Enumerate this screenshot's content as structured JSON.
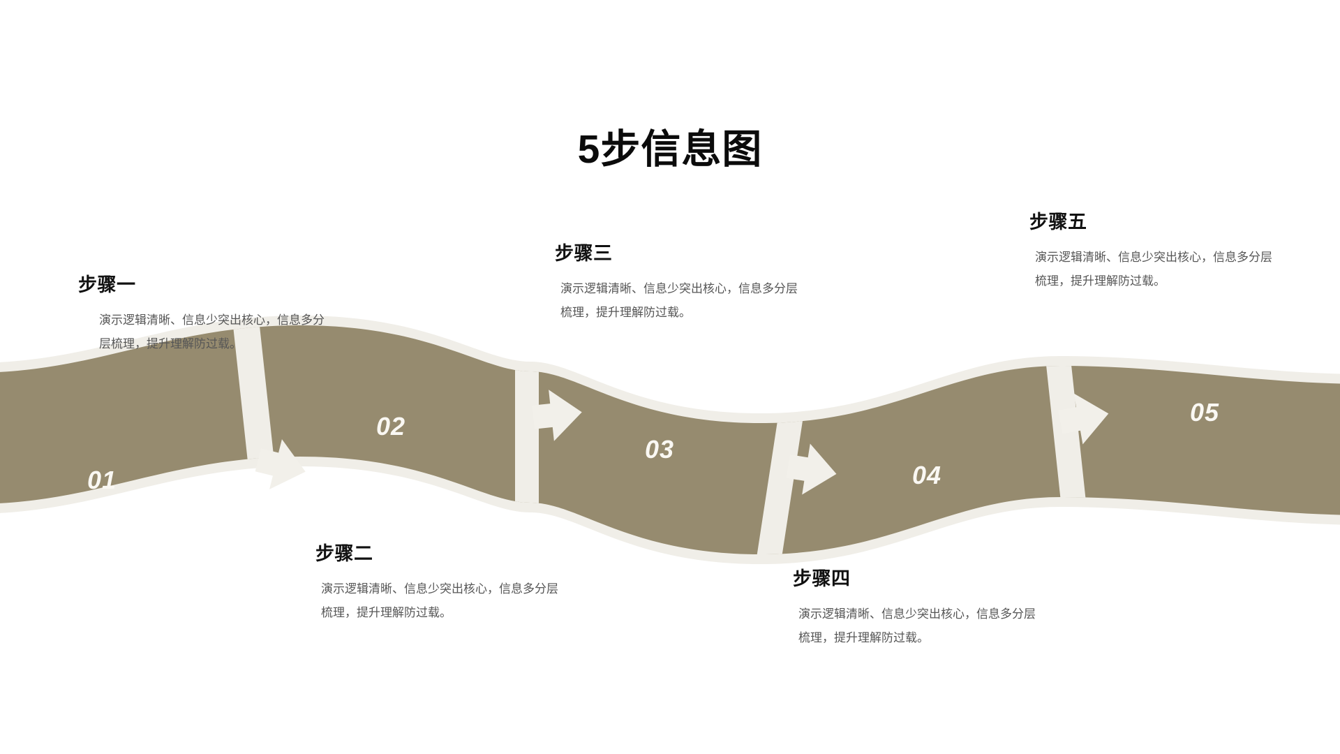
{
  "slide": {
    "title": "5步信息图",
    "background_color": "#FFFFFF"
  },
  "theme": {
    "ribbon_fill": "#968B6F",
    "ribbon_outline": "#F0EEE8",
    "arrow_color": "#F2F0EA",
    "heading_color": "#111111",
    "body_color": "#565656",
    "number_color": "#FAF8F3"
  },
  "steps": [
    {
      "number": "01",
      "heading": "步骤一",
      "body": "演示逻辑清晰、信息少突出核心，信息多分层梳理，提升理解防过载。",
      "position": "above"
    },
    {
      "number": "02",
      "heading": "步骤二",
      "body": "演示逻辑清晰、信息少突出核心，信息多分层梳理，提升理解防过载。",
      "position": "below"
    },
    {
      "number": "03",
      "heading": "步骤三",
      "body": "演示逻辑清晰、信息少突出核心，信息多分层梳理，提升理解防过载。",
      "position": "above"
    },
    {
      "number": "04",
      "heading": "步骤四",
      "body": "演示逻辑清晰、信息少突出核心，信息多分层梳理，提升理解防过载。",
      "position": "below"
    },
    {
      "number": "05",
      "heading": "步骤五",
      "body": "演示逻辑清晰、信息少突出核心，信息多分层梳理，提升理解防过载。",
      "position": "above"
    }
  ],
  "arrows": [
    {
      "name": "arrow-1-to-2"
    },
    {
      "name": "arrow-2-to-3"
    },
    {
      "name": "arrow-3-to-4"
    },
    {
      "name": "arrow-4-to-5"
    }
  ]
}
